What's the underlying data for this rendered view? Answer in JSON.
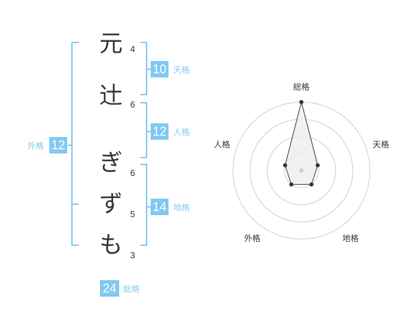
{
  "name_chars": [
    {
      "char": "元",
      "strokes": "4"
    },
    {
      "char": "辻",
      "strokes": "6"
    },
    {
      "char": "ぎ",
      "strokes": "6"
    },
    {
      "char": "ず",
      "strokes": "5"
    },
    {
      "char": "も",
      "strokes": "3"
    }
  ],
  "kakusu": {
    "tenkaku": {
      "value": "10",
      "label": "天格"
    },
    "jinkaku": {
      "value": "12",
      "label": "人格"
    },
    "chikaku": {
      "value": "14",
      "label": "地格"
    },
    "gaikaku": {
      "value": "12",
      "label": "外格"
    },
    "soukaku": {
      "value": "24",
      "label": "総格"
    }
  },
  "radar": {
    "axes": [
      "総格",
      "天格",
      "地格",
      "外格",
      "人格"
    ],
    "levels": 4,
    "values": [
      4,
      1,
      1,
      1,
      1
    ],
    "max": 4,
    "colors": {
      "ring": "#cccccc",
      "fill": "#eeeeee",
      "stroke": "#333333",
      "center": "#cccccc"
    }
  },
  "colors": {
    "bracket": "#7fc9f2",
    "badge": "#7fc9f2",
    "text": "#333333"
  }
}
